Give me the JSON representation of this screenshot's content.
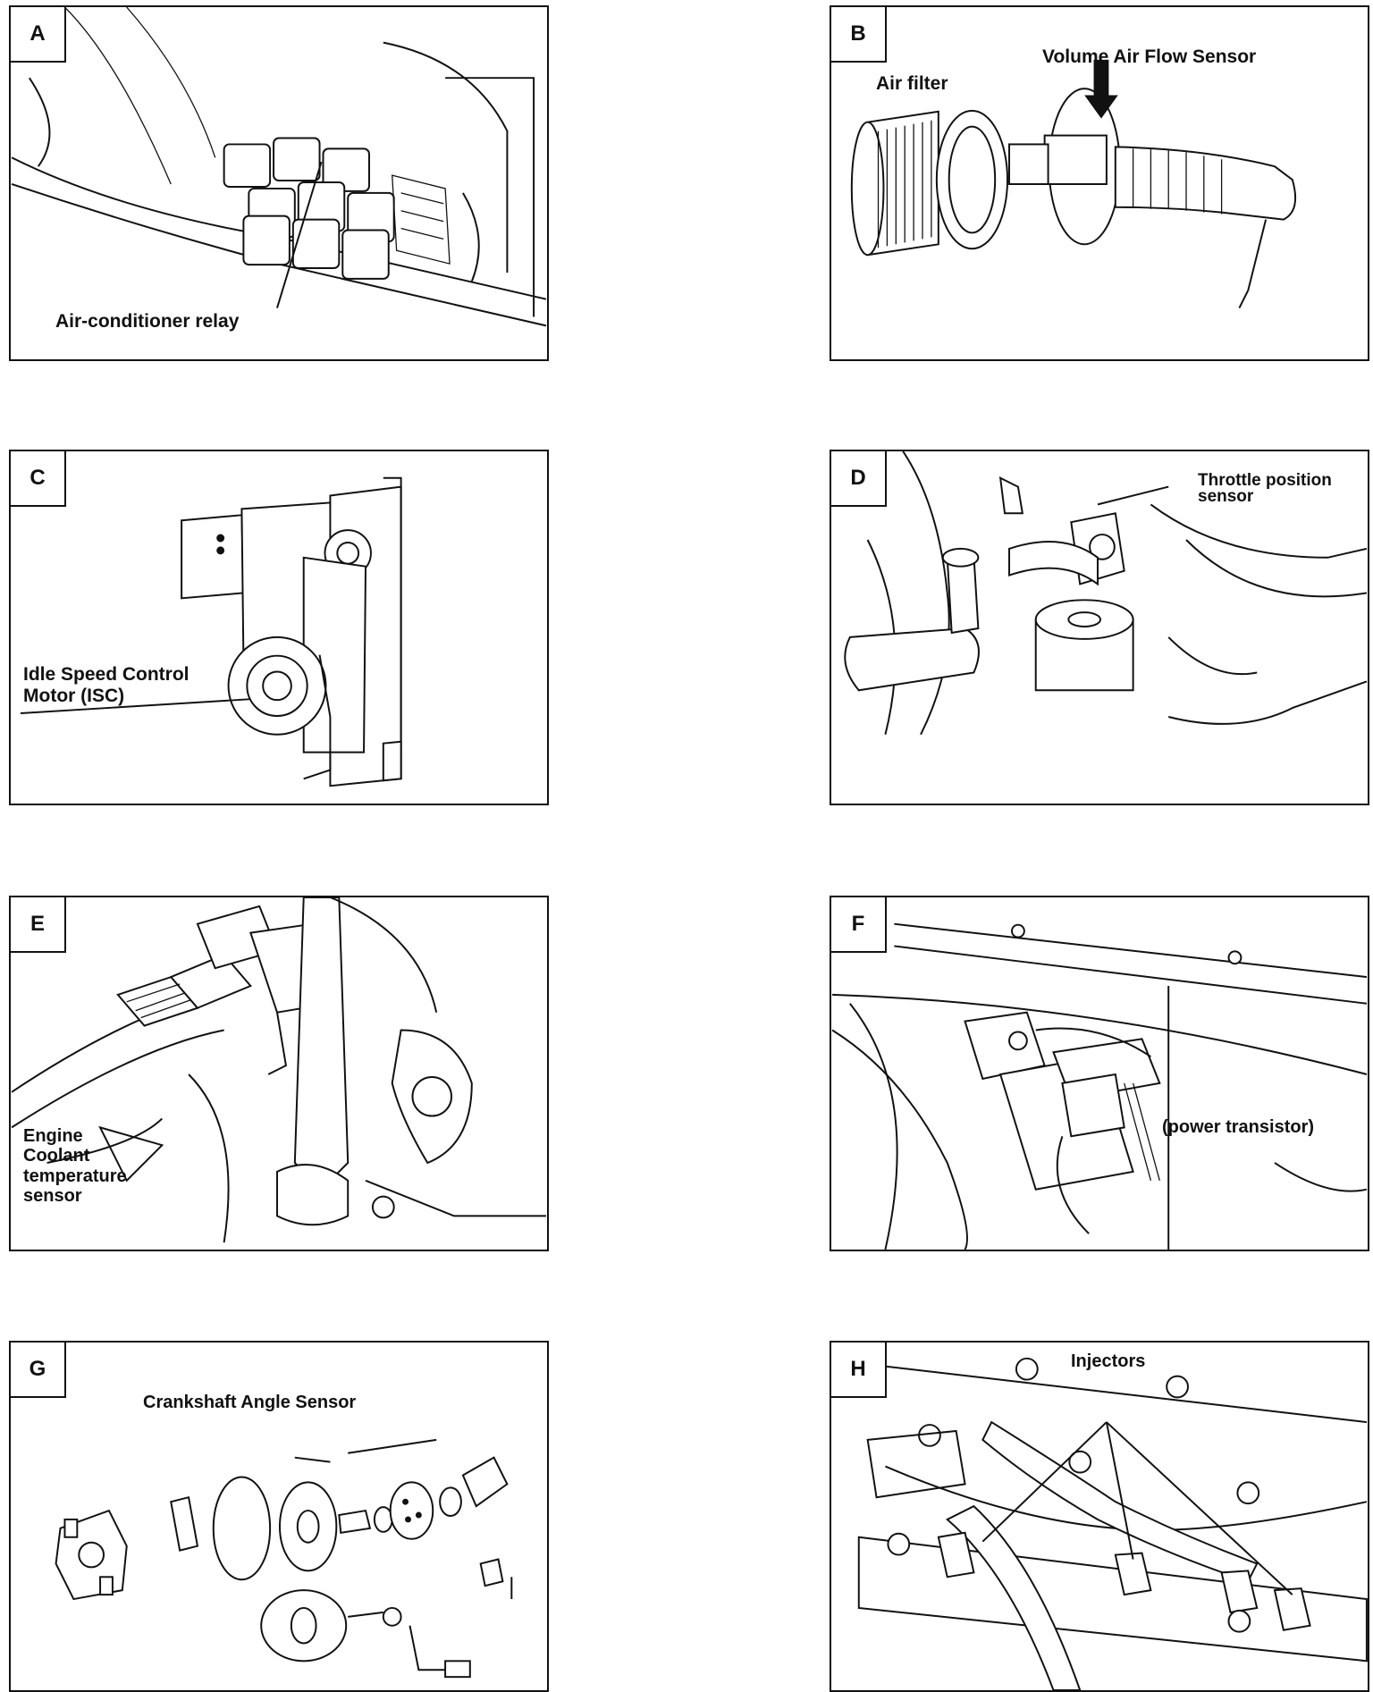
{
  "panels": {
    "A": {
      "tag": "A",
      "labels": [
        "Air-conditioner relay"
      ]
    },
    "B": {
      "tag": "B",
      "labels": [
        "Air filter",
        "Volume Air Flow Sensor"
      ]
    },
    "C": {
      "tag": "C",
      "labels": [
        "Idle Speed Control\nMotor (ISC)"
      ]
    },
    "D": {
      "tag": "D",
      "labels": [
        "Throttle position\nsensor"
      ]
    },
    "E": {
      "tag": "E",
      "labels": [
        "Engine\nCoolant\ntemperature\nsensor"
      ]
    },
    "F": {
      "tag": "F",
      "labels": [
        "(power transistor)"
      ]
    },
    "G": {
      "tag": "G",
      "labels": [
        "Crankshaft Angle Sensor"
      ]
    },
    "H": {
      "tag": "H",
      "labels": [
        "Injectors"
      ]
    }
  }
}
